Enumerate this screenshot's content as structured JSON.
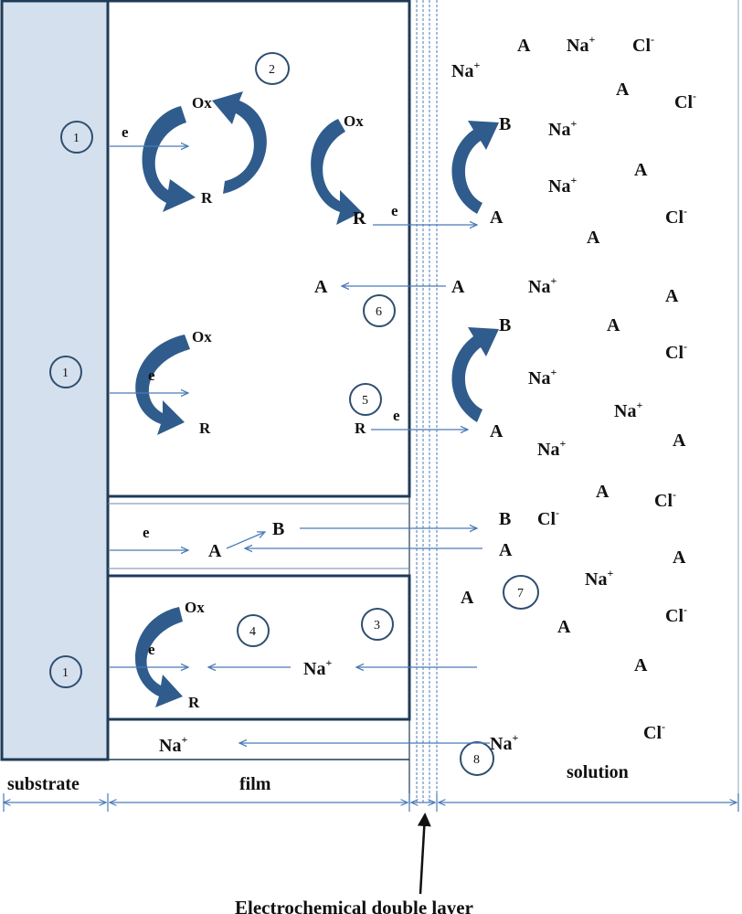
{
  "labels": {
    "substrate": "substrate",
    "film": "film",
    "solution": "solution",
    "double_layer": "Electrochemical double layer"
  },
  "species": {
    "ox": "Ox",
    "r": "R",
    "e": "e",
    "a": "A",
    "b": "B",
    "na": "Na",
    "plus": "+",
    "cl": "Cl",
    "minus": "-"
  },
  "process_numbers": [
    "1",
    "2",
    "3",
    "4",
    "5",
    "6",
    "7",
    "8"
  ],
  "colors": {
    "substrate_fill": "#d5e0ee",
    "border": "#1f3b57",
    "arrow_blue": "#4a7ab8",
    "curved_arrow": "#2f5c8c",
    "circle": "#2f4e70"
  }
}
